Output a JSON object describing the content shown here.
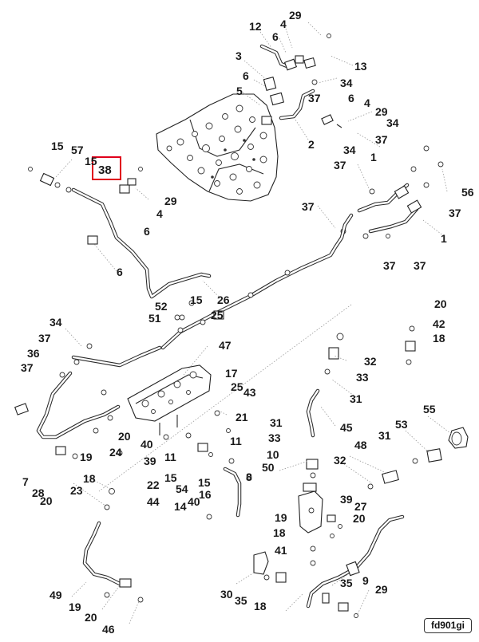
{
  "diagram_id": "fd901gi",
  "highlighted_label": "38",
  "callouts": [
    "29",
    "12",
    "4",
    "6",
    "3",
    "13",
    "6",
    "5",
    "34",
    "37",
    "6",
    "4",
    "29",
    "2",
    "34",
    "34",
    "37",
    "1",
    "37",
    "15",
    "57",
    "15",
    "38",
    "29",
    "4",
    "6",
    "56",
    "37",
    "37",
    "1",
    "37",
    "37",
    "6",
    "26",
    "52",
    "15",
    "51",
    "25",
    "20",
    "42",
    "18",
    "34",
    "37",
    "36",
    "37",
    "47",
    "32",
    "33",
    "17",
    "25",
    "43",
    "31",
    "21",
    "45",
    "31",
    "33",
    "55",
    "53",
    "31",
    "48",
    "20",
    "24",
    "40",
    "11",
    "11",
    "39",
    "32",
    "10",
    "50",
    "8",
    "7",
    "28",
    "20",
    "19",
    "18",
    "23",
    "22",
    "44",
    "15",
    "54",
    "15",
    "16",
    "14",
    "40",
    "39",
    "27",
    "20",
    "19",
    "18",
    "41",
    "49",
    "30",
    "35",
    "9",
    "29",
    "35",
    "18",
    "19",
    "20",
    "46"
  ]
}
